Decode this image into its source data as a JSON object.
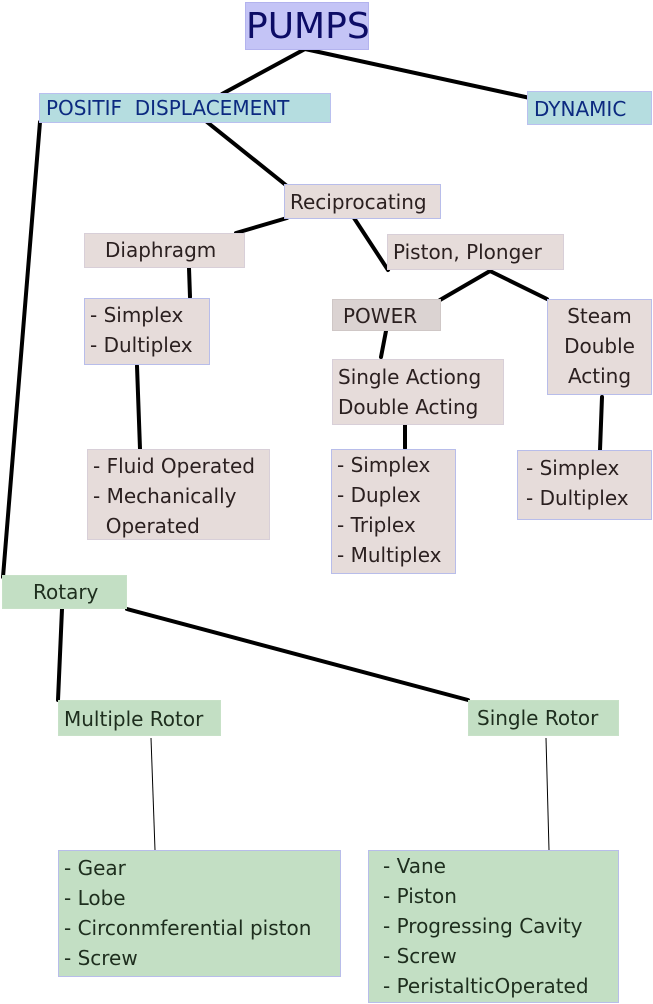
{
  "diagram": {
    "title": "PUMPS",
    "positif": "POSITIF  DISPLACEMENT",
    "dynamic": "DYNAMIC",
    "reciprocating": "Reciprocating",
    "diaphragm": "Diaphragm",
    "piston_plonger": "Piston, Plonger",
    "diaphragm_types": [
      "- Simplex",
      "- Dultiplex"
    ],
    "power": "POWER",
    "steam": [
      "Steam",
      "Double",
      "Acting"
    ],
    "single_double": [
      "Single Actiong",
      "Double Acting"
    ],
    "fluid_mech": [
      "- Fluid Operated",
      "- Mechanically",
      "  Operated"
    ],
    "power_types": [
      "- Simplex",
      "- Duplex",
      "- Triplex",
      "- Multiplex"
    ],
    "steam_types": [
      "- Simplex",
      "- Dultiplex"
    ],
    "rotary": "Rotary",
    "multiple_rotor": "Multiple Rotor",
    "single_rotor": "Single Rotor",
    "multiple_rotor_types": [
      "- Gear",
      "- Lobe",
      "- Circonmferential piston",
      "- Screw"
    ],
    "single_rotor_types": [
      "- Vane",
      "- Piston",
      "- Progressing Cavity",
      "- Screw",
      "- PeristalticOperated"
    ]
  },
  "colors": {
    "title_fill": "#c4c4f6",
    "blue_fill": "#b5dde0",
    "pink_fill": "#e6dcda",
    "green_fill": "#c3dfc4",
    "line": "#000000"
  }
}
